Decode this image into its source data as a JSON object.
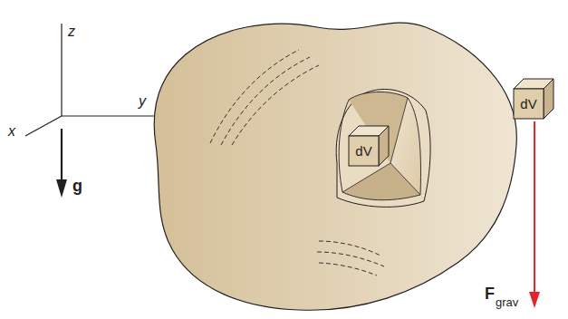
{
  "diagram": {
    "nodes": [
      {
        "text": [
          "dV"
        ]
      },
      {
        "text": [
          "dV"
        ]
      }
    ],
    "labels": [
      "z",
      "y",
      "x",
      "g",
      "F",
      "grav"
    ]
  }
}
